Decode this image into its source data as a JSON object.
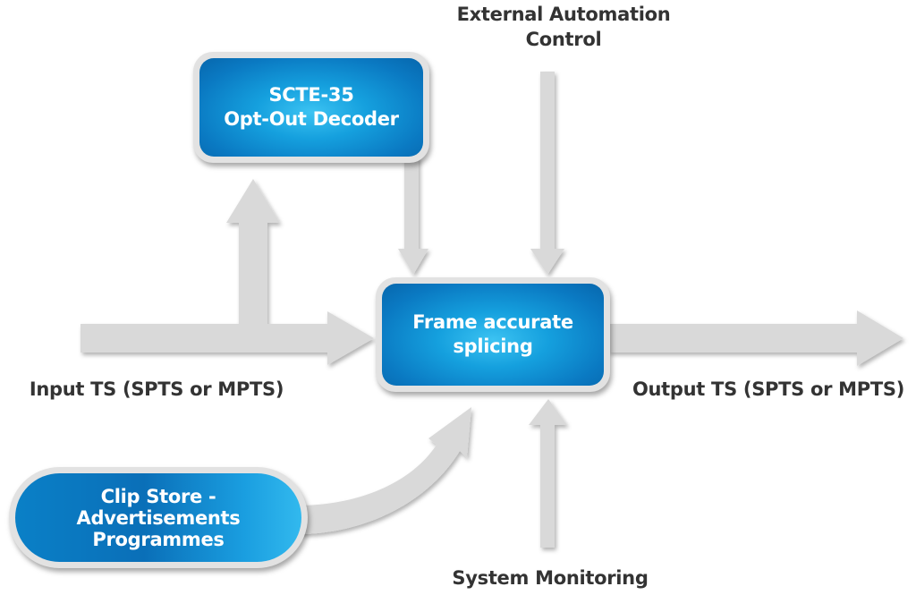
{
  "nodes": {
    "decoder": {
      "line1": "SCTE-35",
      "line2": "Opt-Out Decoder"
    },
    "splicer": {
      "line1": "Frame accurate",
      "line2": "splicing"
    },
    "clip_store": {
      "line1": "Clip Store -",
      "line2": "Advertisements",
      "line3": "Programmes"
    }
  },
  "labels": {
    "automation_line1": "External Automation",
    "automation_line2": "Control",
    "input": "Input TS (SPTS or MPTS)",
    "output": "Output TS (SPTS or MPTS)",
    "monitoring": "System Monitoring"
  },
  "colors": {
    "box_blue": "#0a79c2",
    "box_highlight": "#3cc3f2",
    "arrow_grey": "#d9d9d9",
    "label_text": "#333333"
  }
}
